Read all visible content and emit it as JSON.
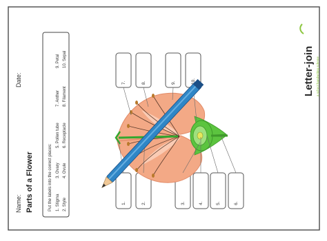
{
  "worksheet": {
    "name_label": "Name:",
    "date_label": "Date:",
    "title": "Parts of a Flower",
    "instruction": "Put the labels into the correct places:",
    "word_bank": {
      "col1": [
        "1. Stigma",
        "2. Style"
      ],
      "col2": [
        "3. Ovary",
        "4. Ovule"
      ],
      "col3": [
        "5. Pollen tube",
        "6. Receptacle"
      ],
      "col4": [
        "7. Anther",
        "8. Filament"
      ],
      "col5": [
        "9. Petal",
        "10. Sepal"
      ]
    },
    "answer_boxes": {
      "top": [
        "7.",
        "8.",
        "9.",
        "10."
      ],
      "bottom": [
        "1.",
        "2.",
        "3.",
        "4.",
        "5.",
        "6."
      ]
    },
    "logo": {
      "text": "Letter-join",
      "tagline": "a school handwriting scheme"
    }
  },
  "colors": {
    "petal": "#f3a986",
    "petal_light": "#fbd3bf",
    "sepal": "#5cc43f",
    "ovary_fill": "#9fe07e",
    "ovary_inner": "#e4e85b",
    "pencil_blue": "#2f86c6",
    "pencil_dark": "#1b4f86",
    "logo_green": "#8cc63f",
    "frame": "#4a4a4a"
  }
}
